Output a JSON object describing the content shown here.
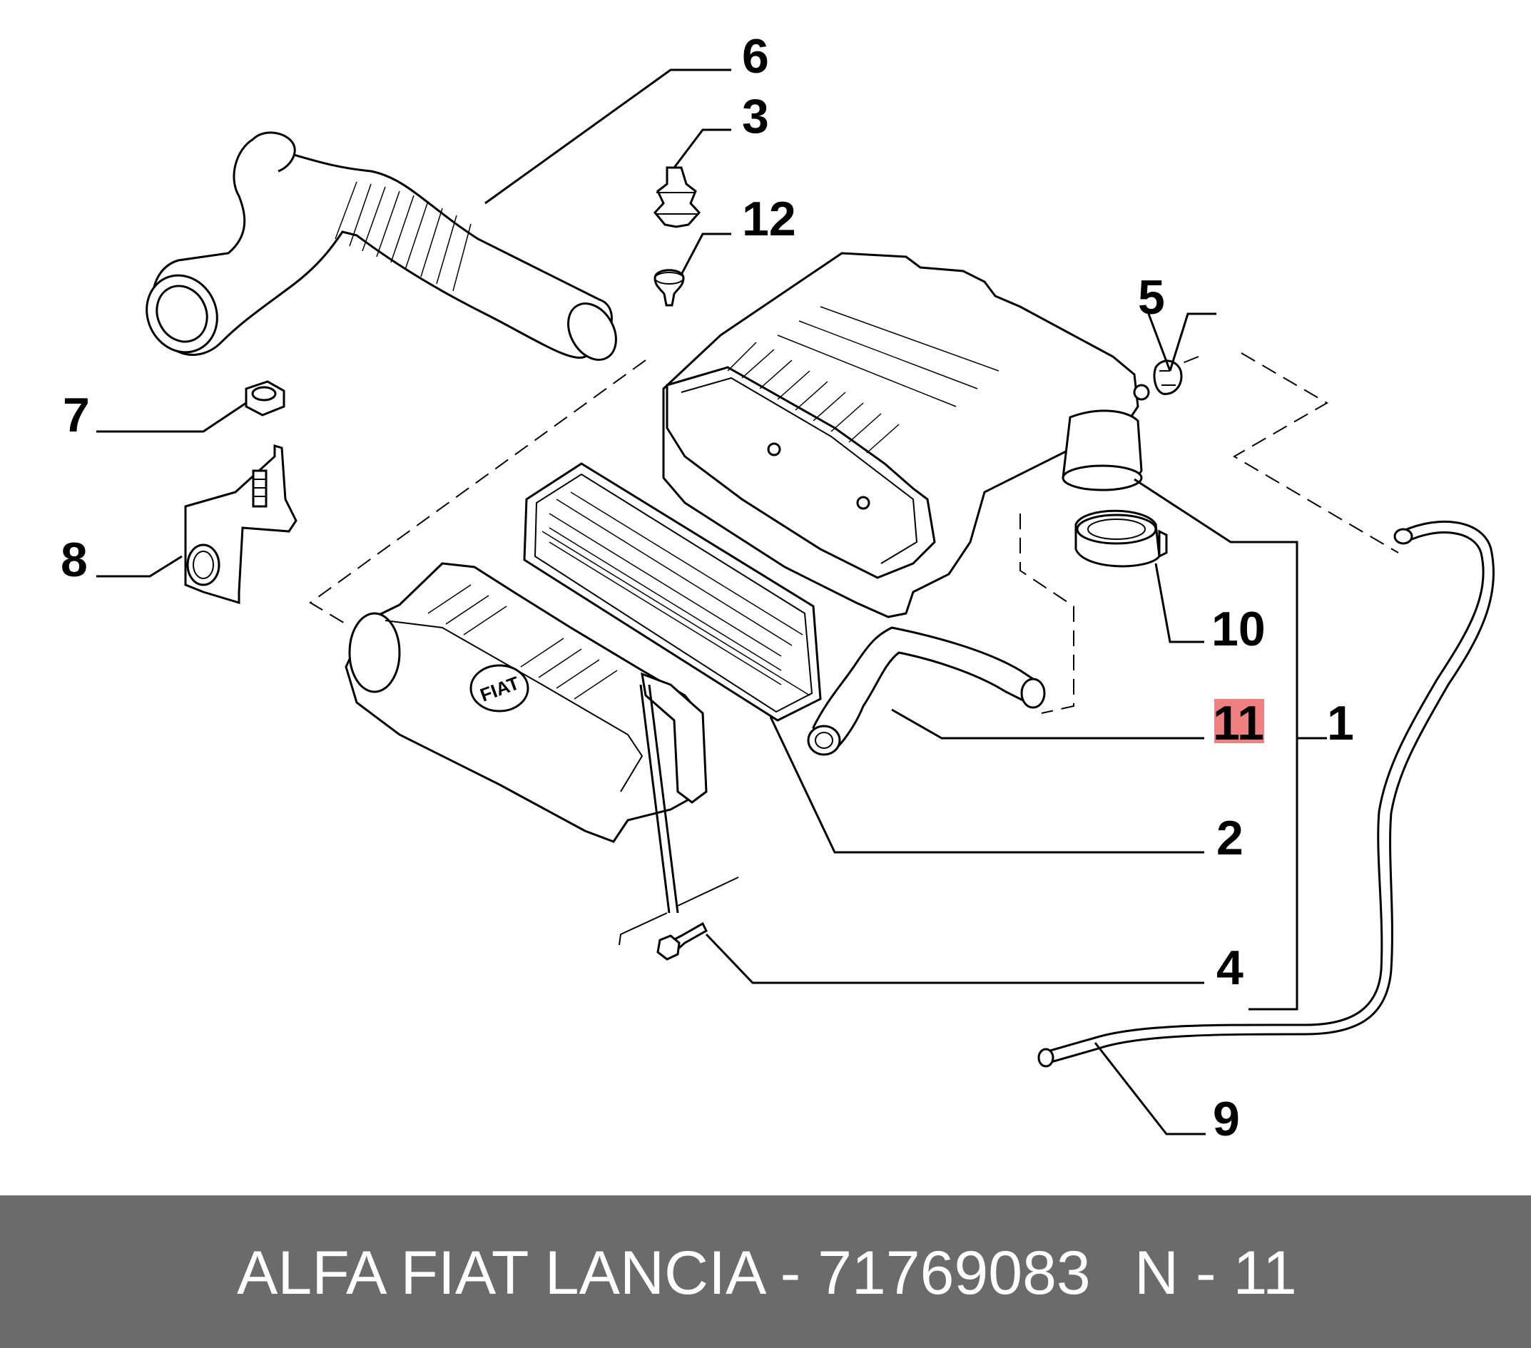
{
  "callouts": {
    "c1": "1",
    "c2": "2",
    "c3": "3",
    "c4": "4",
    "c5": "5",
    "c6": "6",
    "c7": "7",
    "c8": "8",
    "c9": "9",
    "c10": "10",
    "c11": "11",
    "c12": "12"
  },
  "highlight": {
    "callout": "11",
    "color": "#f08080"
  },
  "logo_text": "FIAT",
  "footer": {
    "brand_part": "ALFA FIAT LANCIA - 71769083",
    "position": "N - 11",
    "background": "#6b6b6b"
  }
}
